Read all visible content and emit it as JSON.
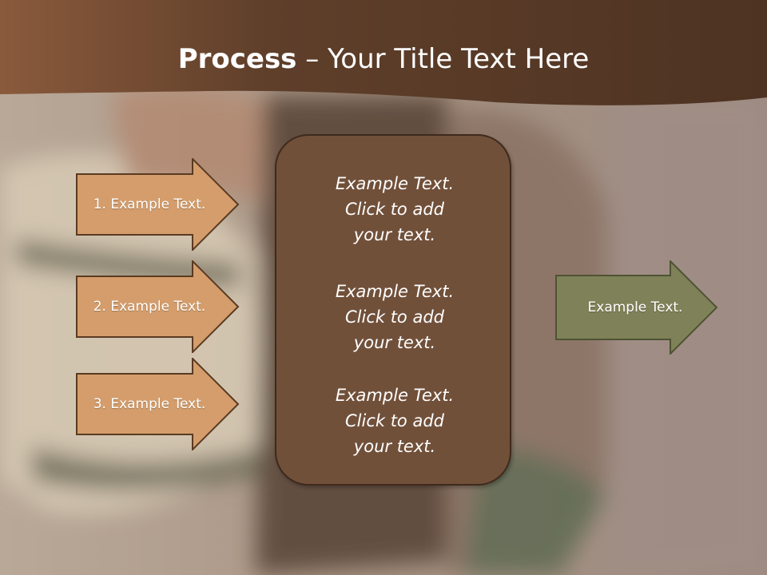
{
  "slide": {
    "title_bold": "Process",
    "title_rest": " – Your Title Text Here"
  },
  "inputs": [
    {
      "label": "1. Example Text."
    },
    {
      "label": "2. Example Text."
    },
    {
      "label": "3. Example Text."
    }
  ],
  "center": {
    "blocks": [
      "Example Text.\nClick  to add\nyour text.",
      "Example Text.\nClick  to add\nyour text.",
      "Example Text.\nClick  to add\nyour text."
    ]
  },
  "output": {
    "label": "Example Text."
  },
  "colors": {
    "header_brown": "#5d3d27",
    "input_arrow_fill": "#d49d6b",
    "input_arrow_stroke": "#5a3a22",
    "center_fill": "#71503a",
    "output_arrow_fill": "#7f8258",
    "output_arrow_stroke": "#4e5233"
  }
}
